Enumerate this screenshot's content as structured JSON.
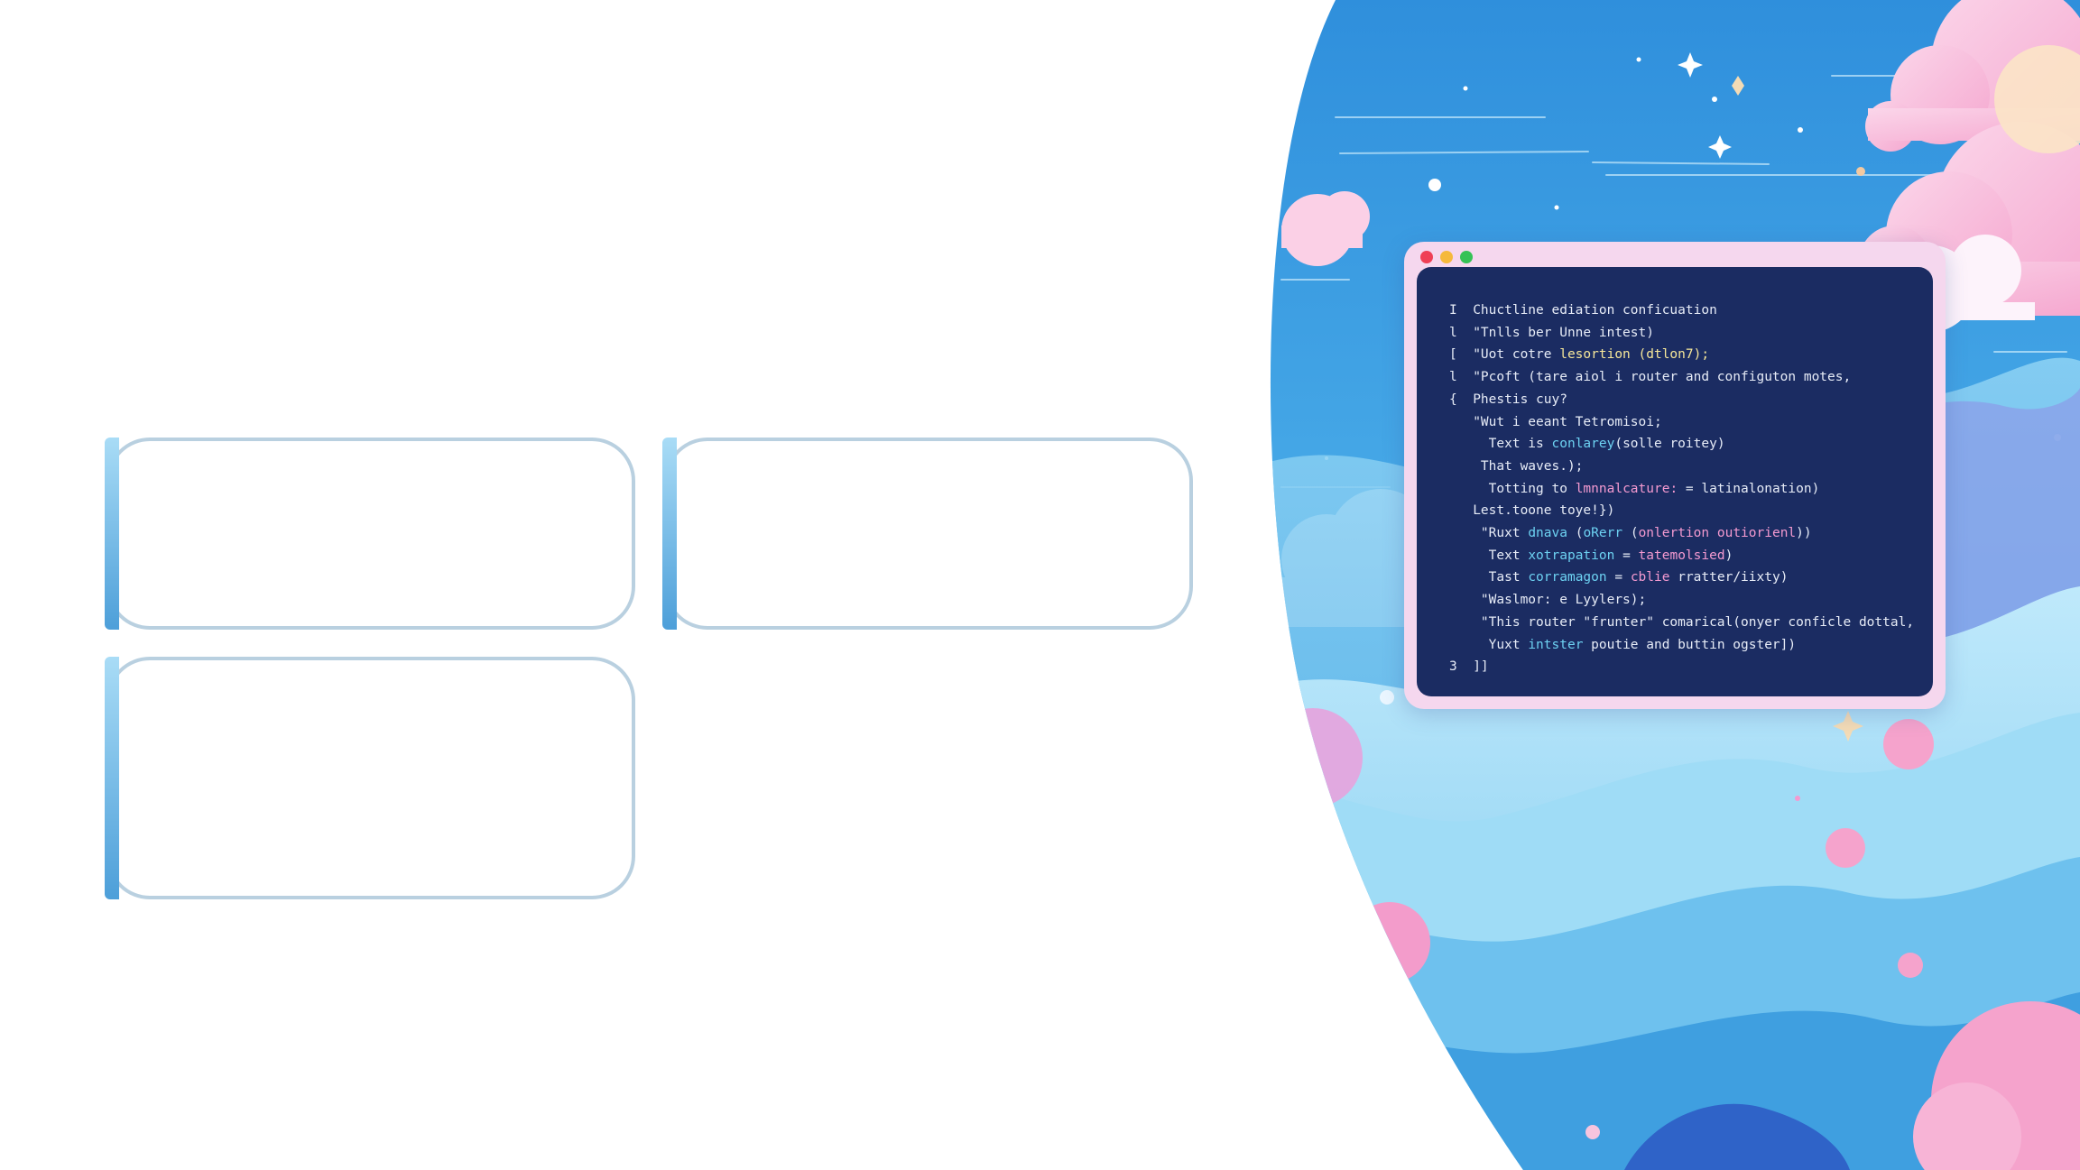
{
  "slide": {
    "cards": [
      {
        "text": ""
      },
      {
        "text": ""
      },
      {
        "text": ""
      }
    ]
  },
  "illustration": {
    "icons": [
      "window-close-dot",
      "window-minimize-dot",
      "window-maximize-dot"
    ],
    "colors": {
      "sky": "#45a9e6",
      "window_frame": "#f5d7ee",
      "code_bg": "#1b2c62",
      "accent_pink": "#f49ad0",
      "accent_cyan": "#6dd2f2",
      "accent_yellow": "#f6e79a"
    },
    "code_lines": [
      {
        "parts": [
          {
            "t": "I  Chuctline ediation conficuation"
          }
        ]
      },
      {
        "parts": [
          {
            "t": "l  \"Tnlls ber Unne intest)"
          }
        ]
      },
      {
        "parts": [
          {
            "t": "[  \"Uot cotre "
          },
          {
            "t": "lesortion (dtlon7);",
            "c": "y"
          }
        ]
      },
      {
        "parts": [
          {
            "t": "l  \"Pcoft (tare aiol i router and configuton motes,"
          }
        ]
      },
      {
        "parts": [
          {
            "t": "{  Phestis cuy?"
          }
        ]
      },
      {
        "parts": [
          {
            "t": "   \"Wut i eeant Tetromisoi;"
          }
        ]
      },
      {
        "parts": [
          {
            "t": "     Text is "
          },
          {
            "t": "conlarey",
            "c": "c"
          },
          {
            "t": "(solle roitey)"
          }
        ]
      },
      {
        "parts": [
          {
            "t": "    That waves.);"
          }
        ]
      },
      {
        "parts": [
          {
            "t": "     Totting to "
          },
          {
            "t": "lmnnalcature:",
            "c": "p"
          },
          {
            "t": " = latinalonation)"
          }
        ]
      },
      {
        "parts": [
          {
            "t": "   Lest.toone toye!})"
          }
        ]
      },
      {
        "parts": [
          {
            "t": "    \"Ruxt "
          },
          {
            "t": "dnava",
            "c": "c"
          },
          {
            "t": " ("
          },
          {
            "t": "oRerr",
            "c": "c"
          },
          {
            "t": " ("
          },
          {
            "t": "onlertion outiorienl",
            "c": "p"
          },
          {
            "t": "))"
          }
        ]
      },
      {
        "parts": [
          {
            "t": "     Text "
          },
          {
            "t": "xotrapation",
            "c": "c"
          },
          {
            "t": " = "
          },
          {
            "t": "tatemolsied",
            "c": "p"
          },
          {
            "t": ")"
          }
        ]
      },
      {
        "parts": [
          {
            "t": "     Tast "
          },
          {
            "t": "corramagon",
            "c": "c"
          },
          {
            "t": " = "
          },
          {
            "t": "cblie",
            "c": "p"
          },
          {
            "t": " rratter/iixty)"
          }
        ]
      },
      {
        "parts": [
          {
            "t": "    \"Waslmor: e Lyylers);"
          }
        ]
      },
      {
        "parts": [
          {
            "t": "    \"This router \"frunter\" comarical(onyer conficle dottal,"
          }
        ]
      },
      {
        "parts": [
          {
            "t": "     Yuxt "
          },
          {
            "t": "intster",
            "c": "c"
          },
          {
            "t": " poutie and buttin ogster])"
          }
        ]
      },
      {
        "parts": [
          {
            "t": "3  ]]"
          }
        ]
      }
    ]
  }
}
